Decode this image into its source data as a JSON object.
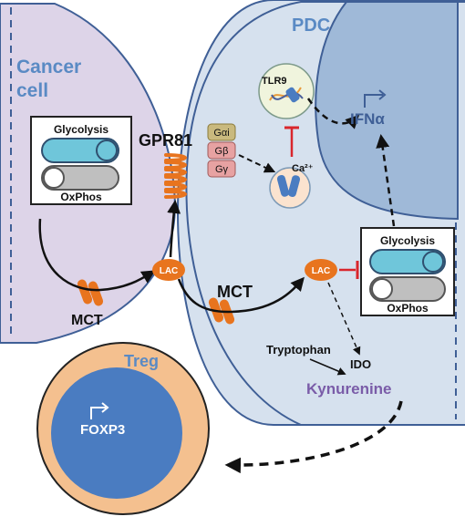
{
  "colors": {
    "cancer_cell_fill": "#ddd4e8",
    "cancer_cell_stroke": "#3f5f96",
    "pdc_fill": "#d6e1ee",
    "nucleus_fill": "#9fb9d8",
    "treg_outer": "#f4c08f",
    "treg_nucleus": "#4a7cc1",
    "label_blue": "#5a8ac4",
    "kynurenine_purple": "#7a5ca8",
    "orange": "#e8741e",
    "inhibit_red": "#d9262c",
    "toggle_on": "#6fc6da",
    "toggle_off": "#bfbfbf"
  },
  "cancer": {
    "title_line1": "Cancer",
    "title_line2": "cell",
    "switch_box": {
      "glycolysis": "Glycolysis",
      "oxphos": "OxPhos"
    },
    "transporter": "MCT"
  },
  "pdc": {
    "title": "PDC",
    "receptor": "GPR81",
    "g_proteins": [
      "Gαi",
      "Gβ",
      "Gγ"
    ],
    "tlr": "TLR9",
    "calcium": "Ca²⁺",
    "ifn": "IFNα",
    "transporter": "MCT",
    "lactate_outside": "LAC",
    "lactate_inside": "LAC",
    "switch_box": {
      "glycolysis": "Glycolysis",
      "oxphos": "OxPhos"
    },
    "tryptophan": "Tryptophan",
    "ido": "IDO",
    "kynurenine": "Kynurenine"
  },
  "treg": {
    "title": "Treg",
    "gene": "FOXP3"
  }
}
